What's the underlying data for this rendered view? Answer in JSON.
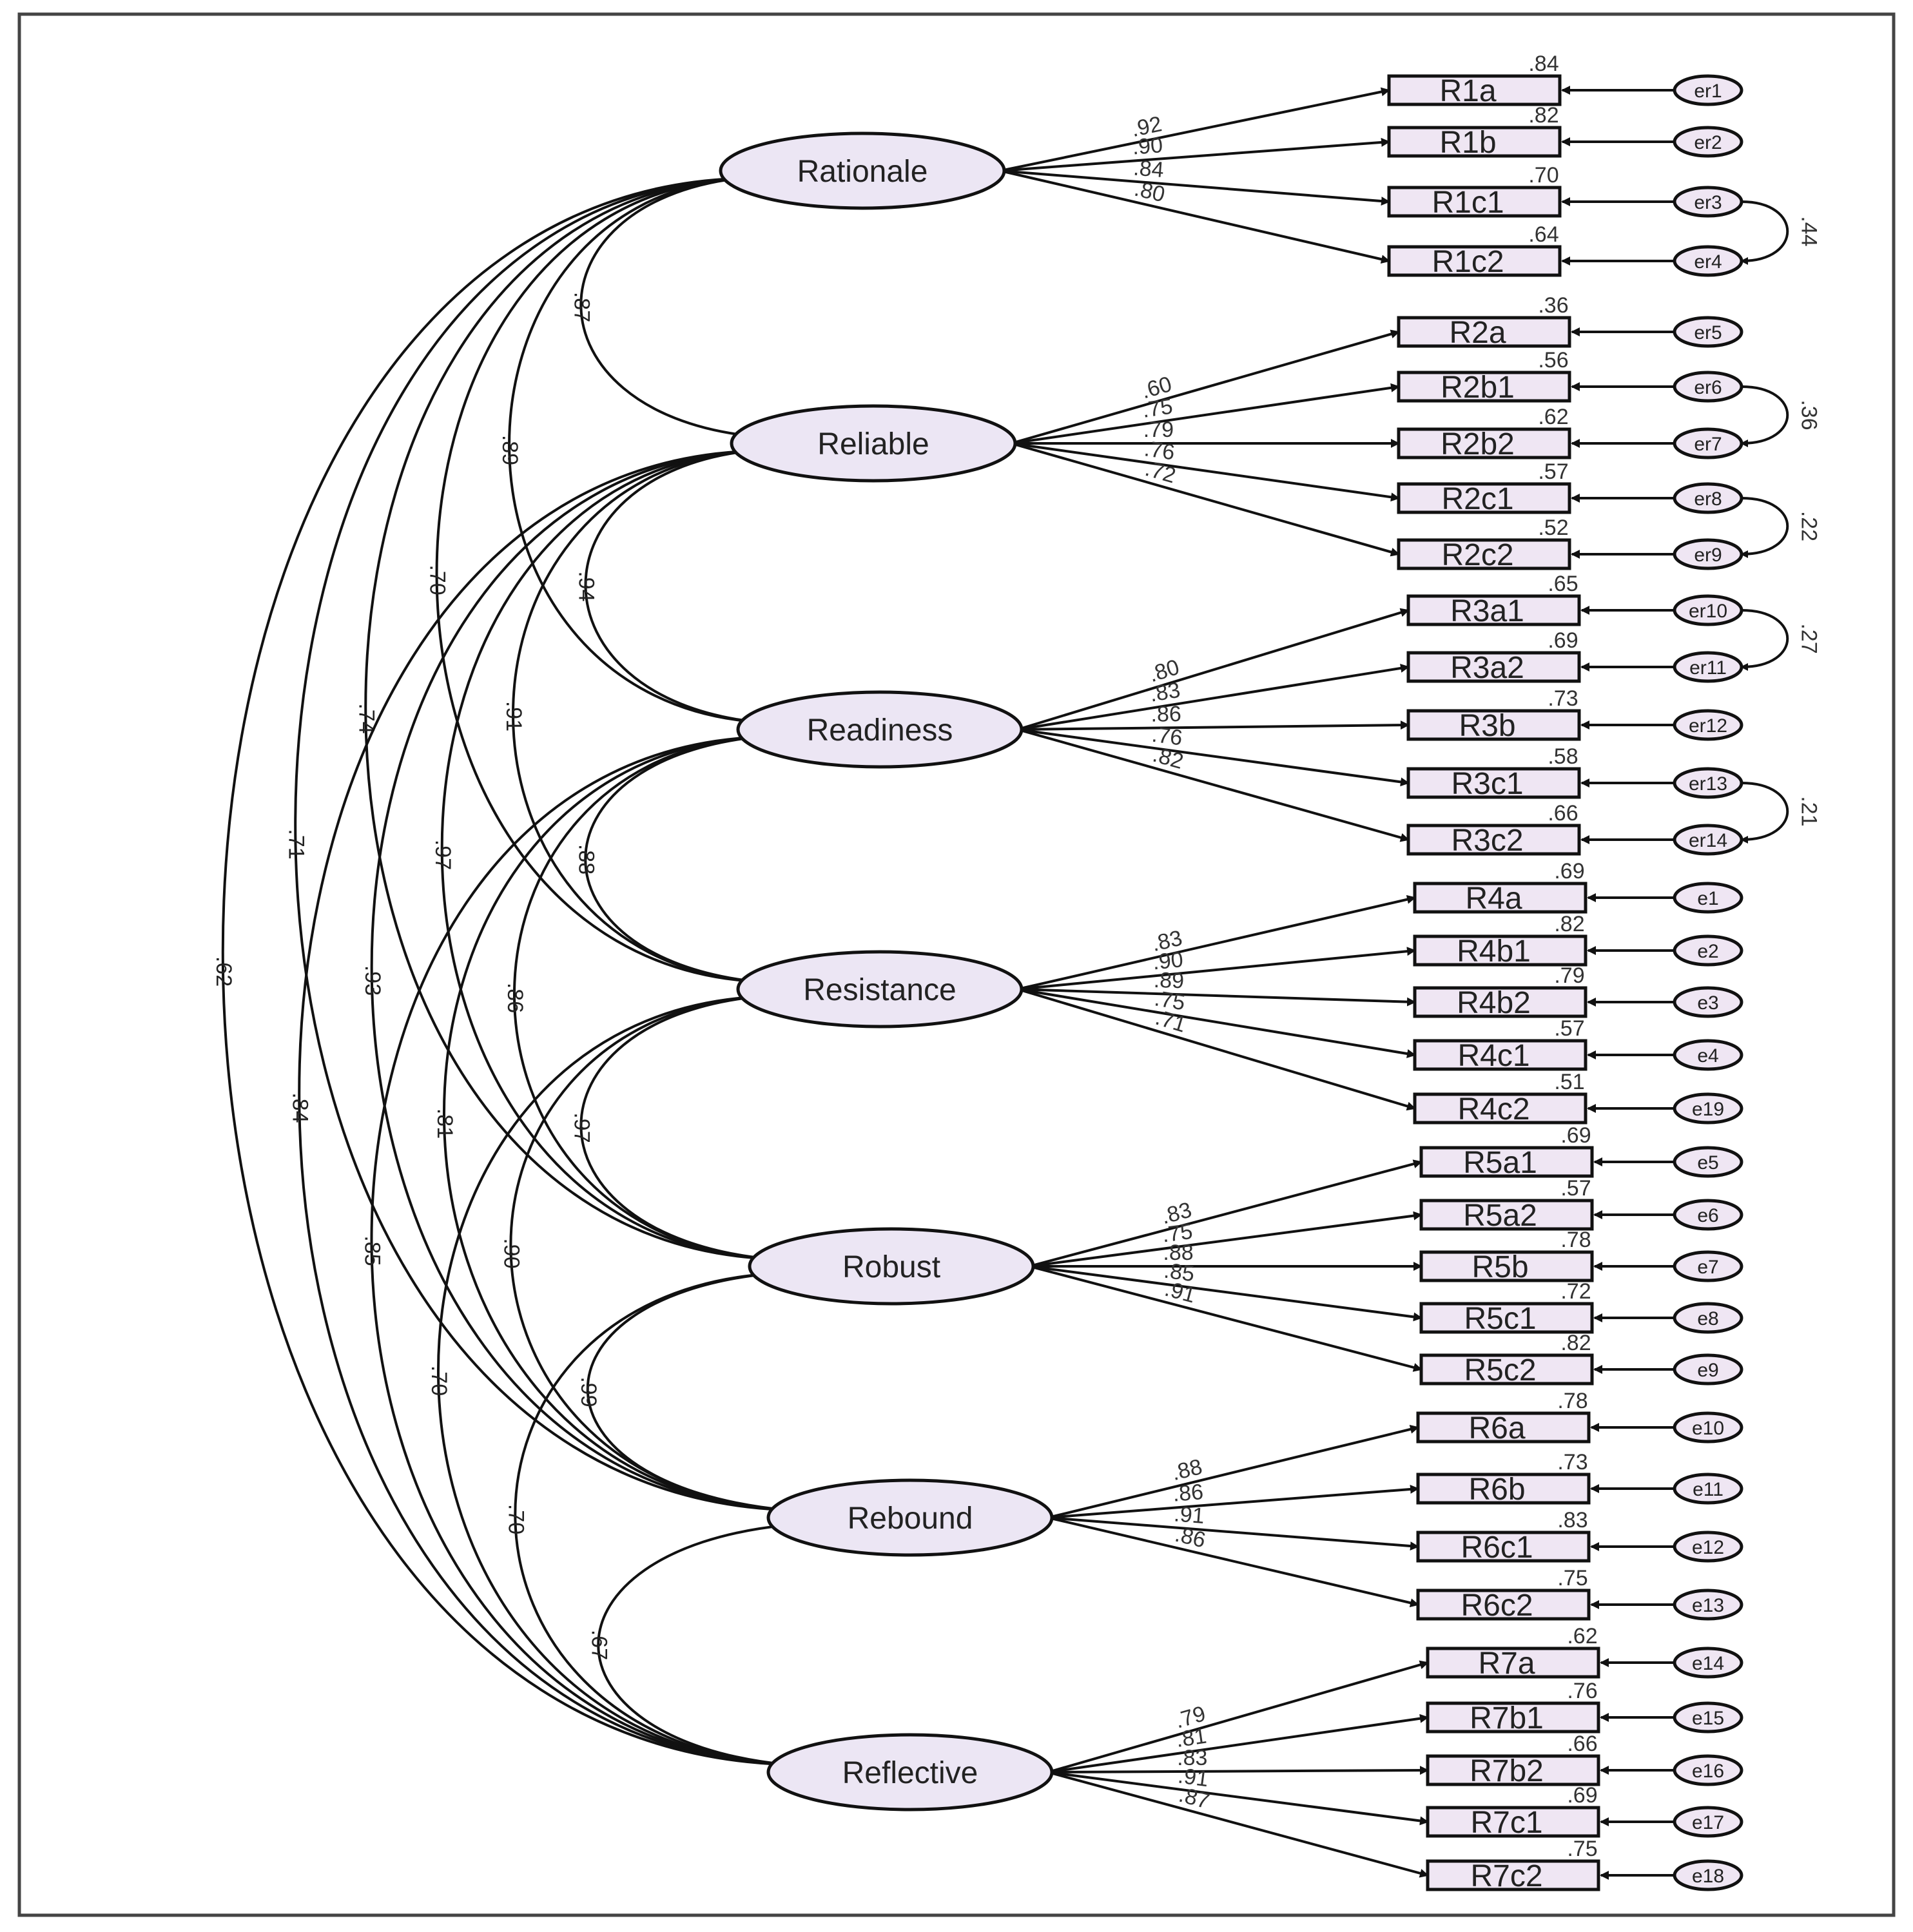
{
  "diagram": {
    "latents": [
      {
        "id": "Rationale",
        "label": "Rationale"
      },
      {
        "id": "Reliable",
        "label": "Reliable"
      },
      {
        "id": "Readiness",
        "label": "Readiness"
      },
      {
        "id": "Resistance",
        "label": "Resistance"
      },
      {
        "id": "Robust",
        "label": "Robust"
      },
      {
        "id": "Rebound",
        "label": "Rebound"
      },
      {
        "id": "Reflective",
        "label": "Reflective"
      }
    ],
    "indicators": [
      {
        "label": "R1a",
        "latent": 0,
        "loading": ".92",
        "r2": ".84",
        "err": "er1"
      },
      {
        "label": "R1b",
        "latent": 0,
        "loading": ".90",
        "r2": ".82",
        "err": "er2"
      },
      {
        "label": "R1c1",
        "latent": 0,
        "loading": ".84",
        "r2": ".70",
        "err": "er3"
      },
      {
        "label": "R1c2",
        "latent": 0,
        "loading": ".80",
        "r2": ".64",
        "err": "er4"
      },
      {
        "label": "R2a",
        "latent": 1,
        "loading": ".60",
        "r2": ".36",
        "err": "er5"
      },
      {
        "label": "R2b1",
        "latent": 1,
        "loading": ".75",
        "r2": ".56",
        "err": "er6"
      },
      {
        "label": "R2b2",
        "latent": 1,
        "loading": ".79",
        "r2": ".62",
        "err": "er7"
      },
      {
        "label": "R2c1",
        "latent": 1,
        "loading": ".76",
        "r2": ".57",
        "err": "er8"
      },
      {
        "label": "R2c2",
        "latent": 1,
        "loading": ".72",
        "r2": ".52",
        "err": "er9"
      },
      {
        "label": "R3a1",
        "latent": 2,
        "loading": ".80",
        "r2": ".65",
        "err": "er10"
      },
      {
        "label": "R3a2",
        "latent": 2,
        "loading": ".83",
        "r2": ".69",
        "err": "er11"
      },
      {
        "label": "R3b",
        "latent": 2,
        "loading": ".86",
        "r2": ".73",
        "err": "er12"
      },
      {
        "label": "R3c1",
        "latent": 2,
        "loading": ".76",
        "r2": ".58",
        "err": "er13"
      },
      {
        "label": "R3c2",
        "latent": 2,
        "loading": ".82",
        "r2": ".66",
        "err": "er14"
      },
      {
        "label": "R4a",
        "latent": 3,
        "loading": ".83",
        "r2": ".69",
        "err": "e1"
      },
      {
        "label": "R4b1",
        "latent": 3,
        "loading": ".90",
        "r2": ".82",
        "err": "e2"
      },
      {
        "label": "R4b2",
        "latent": 3,
        "loading": ".89",
        "r2": ".79",
        "err": "e3"
      },
      {
        "label": "R4c1",
        "latent": 3,
        "loading": ".75",
        "r2": ".57",
        "err": "e4"
      },
      {
        "label": "R4c2",
        "latent": 3,
        "loading": ".71",
        "r2": ".51",
        "err": "e19"
      },
      {
        "label": "R5a1",
        "latent": 4,
        "loading": ".83",
        "r2": ".69",
        "err": "e5"
      },
      {
        "label": "R5a2",
        "latent": 4,
        "loading": ".75",
        "r2": ".57",
        "err": "e6"
      },
      {
        "label": "R5b",
        "latent": 4,
        "loading": ".88",
        "r2": ".78",
        "err": "e7"
      },
      {
        "label": "R5c1",
        "latent": 4,
        "loading": ".85",
        "r2": ".72",
        "err": "e8"
      },
      {
        "label": "R5c2",
        "latent": 4,
        "loading": ".91",
        "r2": ".82",
        "err": "e9"
      },
      {
        "label": "R6a",
        "latent": 5,
        "loading": ".88",
        "r2": ".78",
        "err": "e10"
      },
      {
        "label": "R6b",
        "latent": 5,
        "loading": ".86",
        "r2": ".73",
        "err": "e11"
      },
      {
        "label": "R6c1",
        "latent": 5,
        "loading": ".91",
        "r2": ".83",
        "err": "e12"
      },
      {
        "label": "R6c2",
        "latent": 5,
        "loading": ".86",
        "r2": ".75",
        "err": "e13"
      },
      {
        "label": "R7a",
        "latent": 6,
        "loading": ".79",
        "r2": ".62",
        "err": "e14"
      },
      {
        "label": "R7b1",
        "latent": 6,
        "loading": ".81",
        "r2": ".76",
        "err": "e15"
      },
      {
        "label": "R7b2",
        "latent": 6,
        "loading": ".83",
        "r2": ".66",
        "err": "e16"
      },
      {
        "label": "R7c1",
        "latent": 6,
        "loading": ".91",
        "r2": ".69",
        "err": "e17"
      },
      {
        "label": "R7c2",
        "latent": 6,
        "loading": ".87",
        "r2": ".75",
        "err": "e18"
      }
    ],
    "error_covariances": [
      {
        "a": "er3",
        "b": "er4",
        "value": ".44"
      },
      {
        "a": "er6",
        "b": "er7",
        "value": ".36"
      },
      {
        "a": "er8",
        "b": "er9",
        "value": ".22"
      },
      {
        "a": "er10",
        "b": "er11",
        "value": ".27"
      },
      {
        "a": "er13",
        "b": "er14",
        "value": ".21"
      }
    ],
    "correlations": [
      {
        "a": 0,
        "b": 1,
        "value": ".87"
      },
      {
        "a": 0,
        "b": 2,
        "value": ".89"
      },
      {
        "a": 0,
        "b": 3,
        "value": ".70"
      },
      {
        "a": 0,
        "b": 4,
        "value": ".74"
      },
      {
        "a": 0,
        "b": 5,
        "value": ".71"
      },
      {
        "a": 0,
        "b": 6,
        "value": ".62"
      },
      {
        "a": 1,
        "b": 2,
        "value": ".94"
      },
      {
        "a": 1,
        "b": 3,
        "value": ".91"
      },
      {
        "a": 1,
        "b": 4,
        "value": ".97"
      },
      {
        "a": 1,
        "b": 5,
        "value": ".93"
      },
      {
        "a": 1,
        "b": 6,
        "value": ".84"
      },
      {
        "a": 2,
        "b": 3,
        "value": ".88"
      },
      {
        "a": 2,
        "b": 4,
        "value": ".86"
      },
      {
        "a": 2,
        "b": 5,
        "value": ".81"
      },
      {
        "a": 2,
        "b": 6,
        "value": ".85"
      },
      {
        "a": 3,
        "b": 4,
        "value": ".97"
      },
      {
        "a": 3,
        "b": 5,
        "value": ".90"
      },
      {
        "a": 3,
        "b": 6,
        "value": ".70"
      },
      {
        "a": 4,
        "b": 5,
        "value": ".99"
      },
      {
        "a": 4,
        "b": 6,
        "value": ".70"
      },
      {
        "a": 5,
        "b": 6,
        "value": ".67"
      }
    ],
    "colors": {
      "latent_fill": "#ece6f4",
      "indicator_fill": "#efe6f3",
      "stroke": "#111111",
      "label_green": "#2e6b3c",
      "label_red": "#8b1a1a"
    }
  }
}
